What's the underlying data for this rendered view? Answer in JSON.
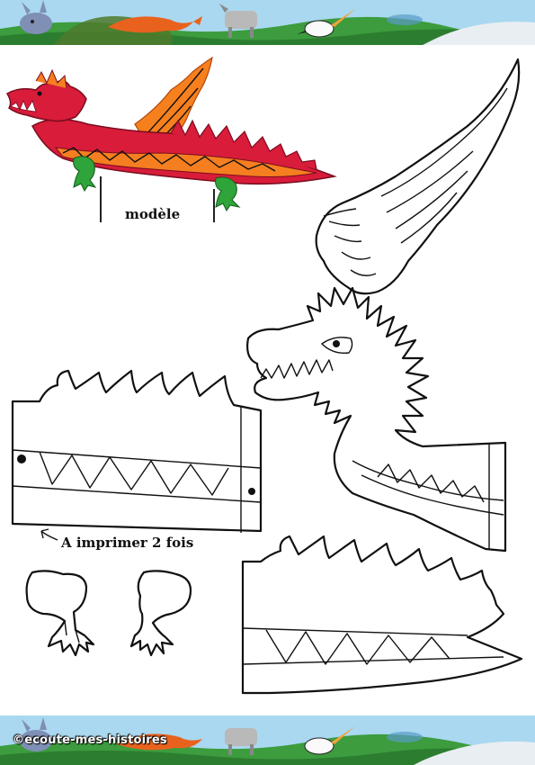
{
  "labels": {
    "model": "modèle",
    "print_twice": "A imprimer 2 fois",
    "credit": "©ecoute-mes-histoires"
  },
  "colors": {
    "dragon_body": "#d81c3a",
    "dragon_stripe": "#f57f20",
    "wing": "#f7801e",
    "feet": "#2ea43a",
    "sky": "#9fd3ee",
    "grass": "#3a9b3c"
  },
  "icons": {
    "decor_top": "forest-animals-banner",
    "decor_bottom": "forest-animals-banner"
  }
}
